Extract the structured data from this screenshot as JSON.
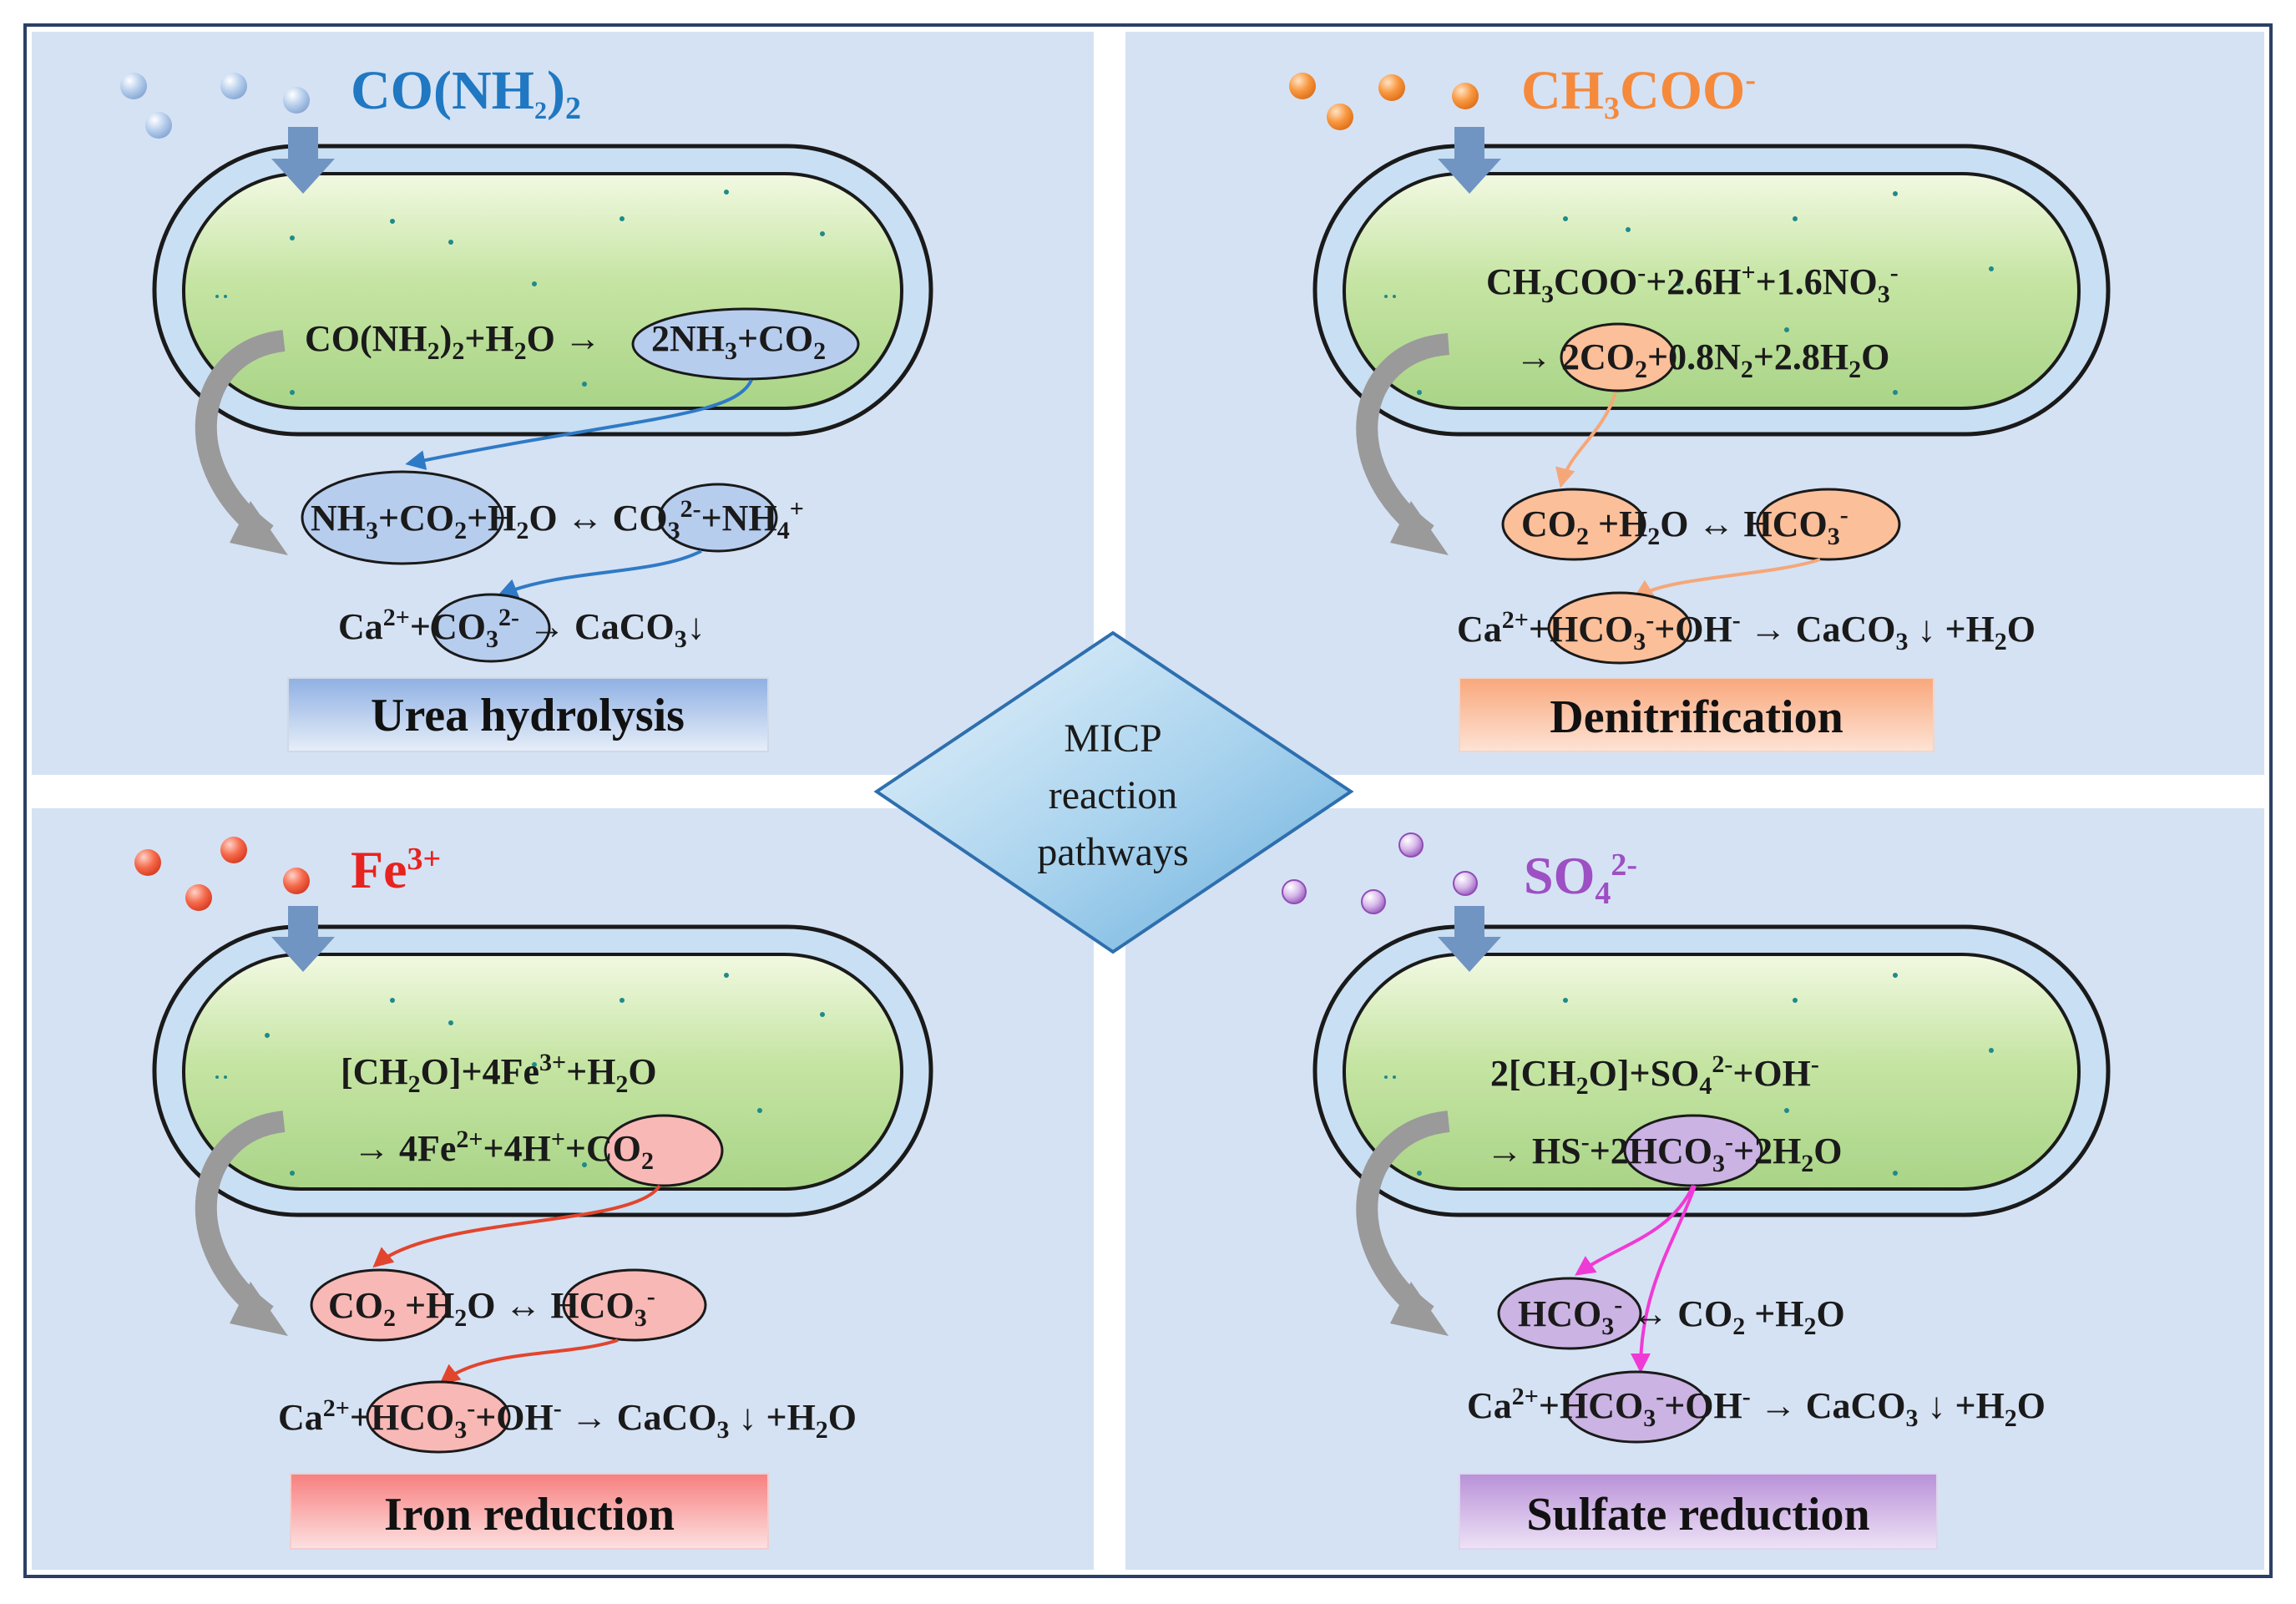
{
  "center": {
    "line1": "MICP",
    "line2": "reaction",
    "line3": "pathways"
  },
  "panels": {
    "urea": {
      "label": "Urea hydrolysis",
      "substrate": {
        "main": "CO(NH",
        "sub": "2",
        "close": ")",
        "sub2": "2"
      },
      "colors": {
        "particle": "#a8c4e6",
        "title": "#1f78c1",
        "fill": "#b7cdee",
        "arrow": "#2f7ac6",
        "labelTop": "#8fb0e3",
        "labelBottom": "#e6eef9"
      }
    },
    "denitrification": {
      "label": "Denitrification",
      "substrate": {
        "main": "CH",
        "sub": "3",
        "mid": "COO",
        "sup": "-"
      },
      "colors": {
        "particle": "#f59b50",
        "title": "#f58a3c",
        "fill": "#fbbf9a",
        "arrow": "#f5a77a",
        "labelTop": "#f9a77b",
        "labelBottom": "#fde3d5"
      }
    },
    "iron": {
      "label": "Iron reduction",
      "substrate": {
        "main": "Fe",
        "sup": "3+"
      },
      "colors": {
        "particle": "#f26450",
        "title": "#e8231f",
        "fill": "#f8b8b6",
        "arrow": "#e2452d",
        "labelTop": "#f77f7f",
        "labelBottom": "#fde1e1"
      }
    },
    "sulfate": {
      "label": "Sulfate reduction",
      "substrate": {
        "main": "SO",
        "sub": "4",
        "sup": "2-"
      },
      "colors": {
        "particle": "#c7a3dd",
        "title": "#9d4fc4",
        "fill": "#cbb3e3",
        "arrow": "#f03ad5",
        "labelTop": "#b991d8",
        "labelBottom": "#ede2f6"
      }
    }
  }
}
